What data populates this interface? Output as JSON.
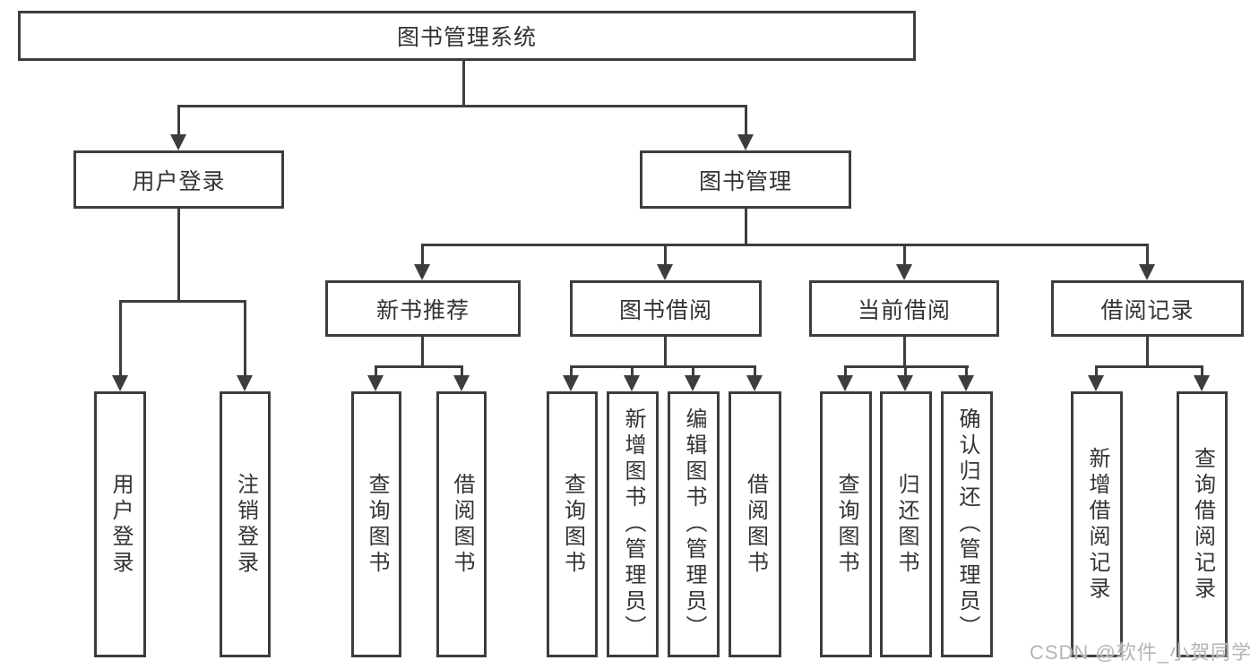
{
  "tree": {
    "label": "图书管理系统",
    "children": [
      {
        "label": "用户登录",
        "children": [
          {
            "label": "用户登录"
          },
          {
            "label": "注销登录"
          }
        ]
      },
      {
        "label": "图书管理",
        "children": [
          {
            "label": "新书推荐",
            "children": [
              {
                "label": "查询图书"
              },
              {
                "label": "借阅图书"
              }
            ]
          },
          {
            "label": "图书借阅",
            "children": [
              {
                "label": "查询图书"
              },
              {
                "label": "新增图书（管理员）"
              },
              {
                "label": "编辑图书（管理员）"
              },
              {
                "label": "借阅图书"
              }
            ]
          },
          {
            "label": "当前借阅",
            "children": [
              {
                "label": "查询图书"
              },
              {
                "label": "归还图书"
              },
              {
                "label": "确认归还（管理员）"
              }
            ]
          },
          {
            "label": "借阅记录",
            "children": [
              {
                "label": "新增借阅记录"
              },
              {
                "label": "查询借阅记录"
              }
            ]
          }
        ]
      }
    ]
  },
  "watermark": {
    "text": "CSDN @软件_小贺同学"
  },
  "colors": {
    "line": "#3d3d3d",
    "text": "#333333",
    "watermark": "#b5b5b5",
    "background": "#ffffff"
  }
}
